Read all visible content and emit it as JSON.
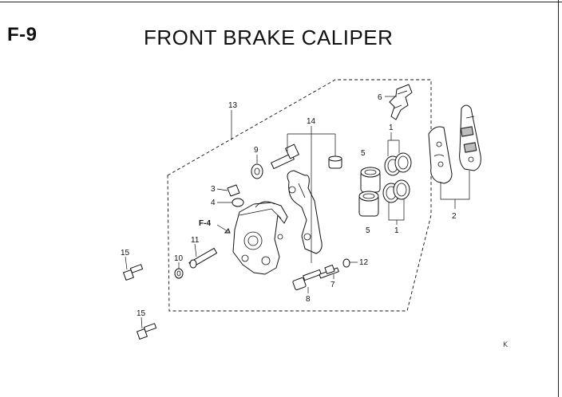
{
  "header": {
    "section_code": "F-9",
    "title": "FRONT BRAKE CALIPER"
  },
  "callouts": {
    "c1a": "1",
    "c1b": "1",
    "c2": "2",
    "c3": "3",
    "c4": "4",
    "c5a": "5",
    "c5b": "5",
    "c6": "6",
    "c7": "7",
    "c8": "8",
    "c9": "9",
    "c10": "10",
    "c11": "11",
    "c12": "12",
    "c13": "13",
    "c14": "14",
    "c15a": "15",
    "c15b": "15"
  },
  "reference_label": "F-4",
  "corner_mark": "K"
}
